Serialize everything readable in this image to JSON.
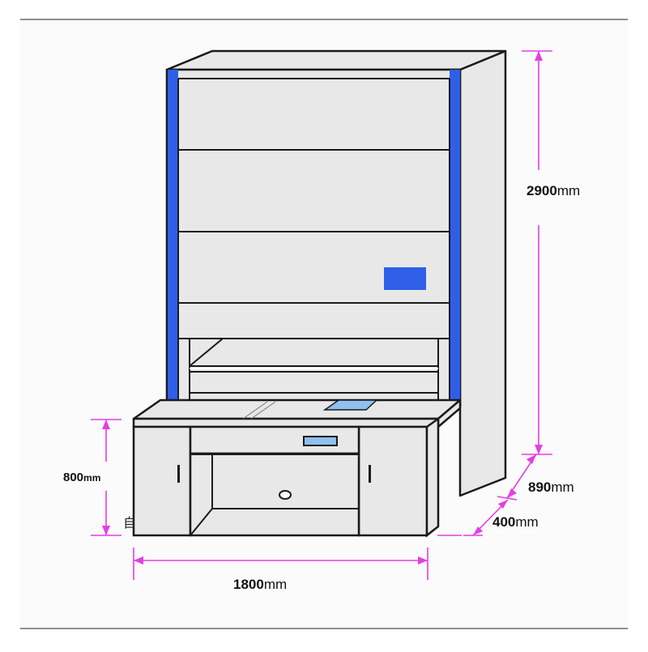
{
  "colors": {
    "dimension_line": "#e33fe3",
    "accent_blue": "#2f5fe8",
    "panel_fill": "#e8e8e8",
    "outline": "#1a1a1a",
    "tray_blue": "#8fc0ee",
    "background_frame": "#fbfbfb"
  },
  "dimensions": {
    "height": {
      "value": "2900",
      "unit": "mm"
    },
    "depth_total": {
      "value": "890",
      "unit": "mm"
    },
    "depth_cabinet": {
      "value": "400",
      "unit": "mm"
    },
    "width": {
      "value": "1800",
      "unit": "mm"
    },
    "desk_height": {
      "value": "800",
      "unit": "mm"
    }
  },
  "side_text": "自"
}
